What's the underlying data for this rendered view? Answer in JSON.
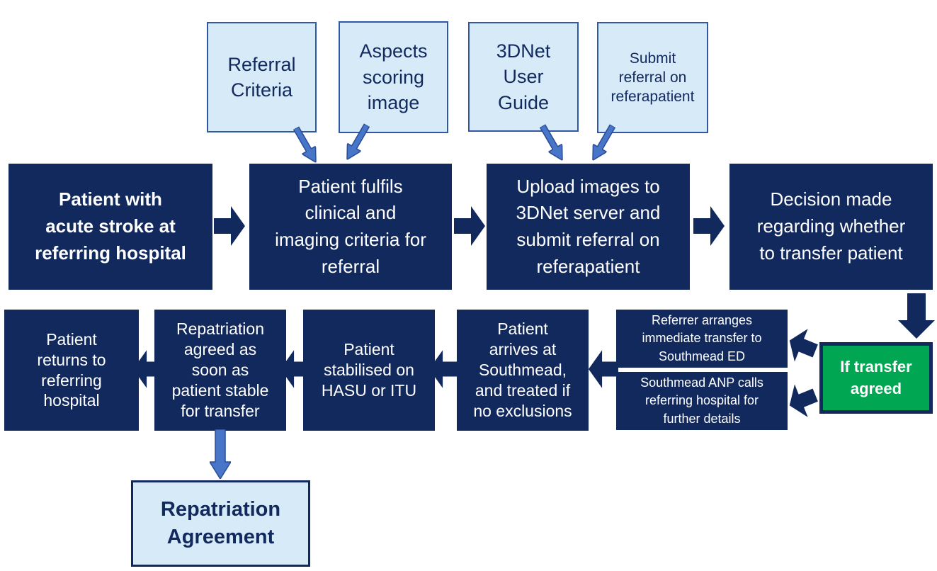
{
  "title": "Acute stroke referral and transfer pathway",
  "colors": {
    "navy": "#12295E",
    "light_blue_fill": "#D6EAF8",
    "light_blue_border": "#3058A4",
    "green": "#00A651",
    "arrow_blue": "#4775C8",
    "text_on_dark": "#FFFFFF"
  },
  "top_boxes": [
    {
      "label": "Referral\nCriteria"
    },
    {
      "label": "Aspects\nscoring\nimage"
    },
    {
      "label": "3DNet\nUser\nGuide"
    },
    {
      "label": "Submit\nreferral on\nreferapatient"
    }
  ],
  "main_flow": [
    {
      "label": "Patient with\nacute stroke at\nreferring hospital"
    },
    {
      "label": "Patient fulfils\nclinical and\nimaging criteria for\nreferral"
    },
    {
      "label": "Upload images to\n3DNet server and\nsubmit referral on\nreferapatient"
    },
    {
      "label": "Decision made\nregarding whether\nto transfer patient"
    }
  ],
  "transfer": {
    "condition_label": "If transfer\nagreed",
    "actions": [
      {
        "label": "Referrer arranges\nimmediate transfer to\nSouthmead ED"
      },
      {
        "label": "Southmead ANP calls\nreferring hospital for\nfurther details"
      }
    ]
  },
  "return_flow": [
    {
      "label": "Patient\narrives at\nSouthmead,\nand treated if\nno exclusions"
    },
    {
      "label": "Patient\nstabilised on\nHASU or ITU"
    },
    {
      "label": "Repatriation\nagreed as\nsoon as\npatient stable\nfor transfer"
    },
    {
      "label": "Patient\nreturns to\nreferring\nhospital"
    }
  ],
  "repatriation_doc": {
    "label": "Repatriation\nAgreement"
  }
}
